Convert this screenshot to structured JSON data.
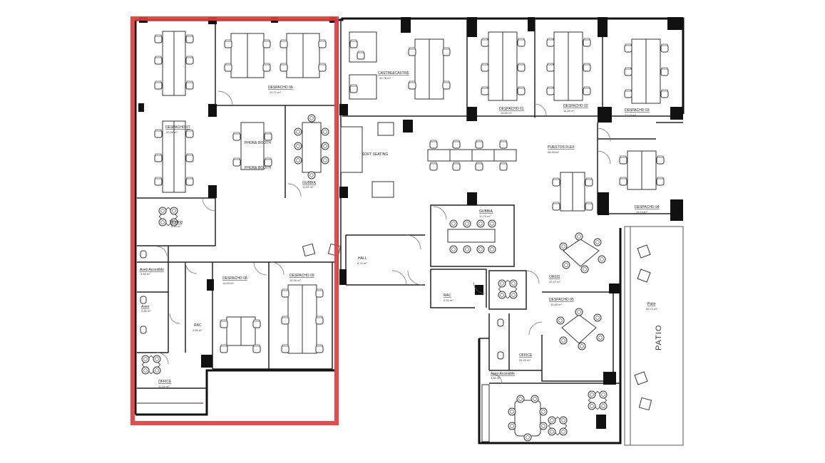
{
  "highlight_color": "#e8393a",
  "rooms": {
    "despacho06": {
      "name": "DESPACHO 06",
      "area": "24,71 m²"
    },
    "despacho07": {
      "name": "DESPACHO 07",
      "area": "20,36 m²"
    },
    "phone1": {
      "name": "PHONE BOOTH"
    },
    "phone2": {
      "name": "PHONE BOOTH"
    },
    "gubbia1": {
      "name": "GUBBIA",
      "area": "11,82 m²"
    },
    "meeting": {
      "name": "Meeting",
      "area": "8,16 m²"
    },
    "aseo_acc1": {
      "name": "Aseo Accesible",
      "area": "3,88 m²"
    },
    "aseo": {
      "name": "Aseo",
      "area": "3,86 m²"
    },
    "rac1": {
      "name": "RAC",
      "area": "3,56 m²"
    },
    "despacho08": {
      "name": "DESPACHO 08",
      "area": "14,50 m²"
    },
    "despacho09": {
      "name": "DESPACHO 09",
      "area": "14,99 m²"
    },
    "office1": {
      "name": "OFFICE",
      "area": "11,49 m²"
    },
    "castrejastre": {
      "name": "CASTRE&CASTRE",
      "area": "30,78 m²"
    },
    "despacho01": {
      "name": "DESPACHO 01",
      "area": "16,89 m²"
    },
    "despacho02": {
      "name": "DESPACHO 02",
      "area": "16,89 m²"
    },
    "despacho03": {
      "name": "DESPACHO 03",
      "area": "21,25 m²"
    },
    "soft": {
      "name": "SOFT SEATING"
    },
    "puestos": {
      "name": "PUESTOS FLEX",
      "area": "66,45 m²"
    },
    "despacho04": {
      "name": "DESPACHO 04",
      "area": "15,14 m²"
    },
    "gubbia2": {
      "name": "GUBBIA",
      "area": "12,70 m²"
    },
    "hall": {
      "name": "HALL",
      "area": "8,76 m²"
    },
    "oasis": {
      "name": "OASIS",
      "area": "20,17 m²"
    },
    "rac2": {
      "name": "RAC",
      "area": "3,51 m²"
    },
    "despacho05": {
      "name": "DESPACHO 05",
      "area": "15,85 m²"
    },
    "office2": {
      "name": "OFFICE",
      "area": "26,90 m²"
    },
    "aseo_acc2": {
      "name": "Aseo Accesible",
      "area": "3,88 m²"
    },
    "patio": {
      "name": "Patio",
      "area": "50,70 m²"
    },
    "patio_big": {
      "name": "PATIO"
    }
  }
}
